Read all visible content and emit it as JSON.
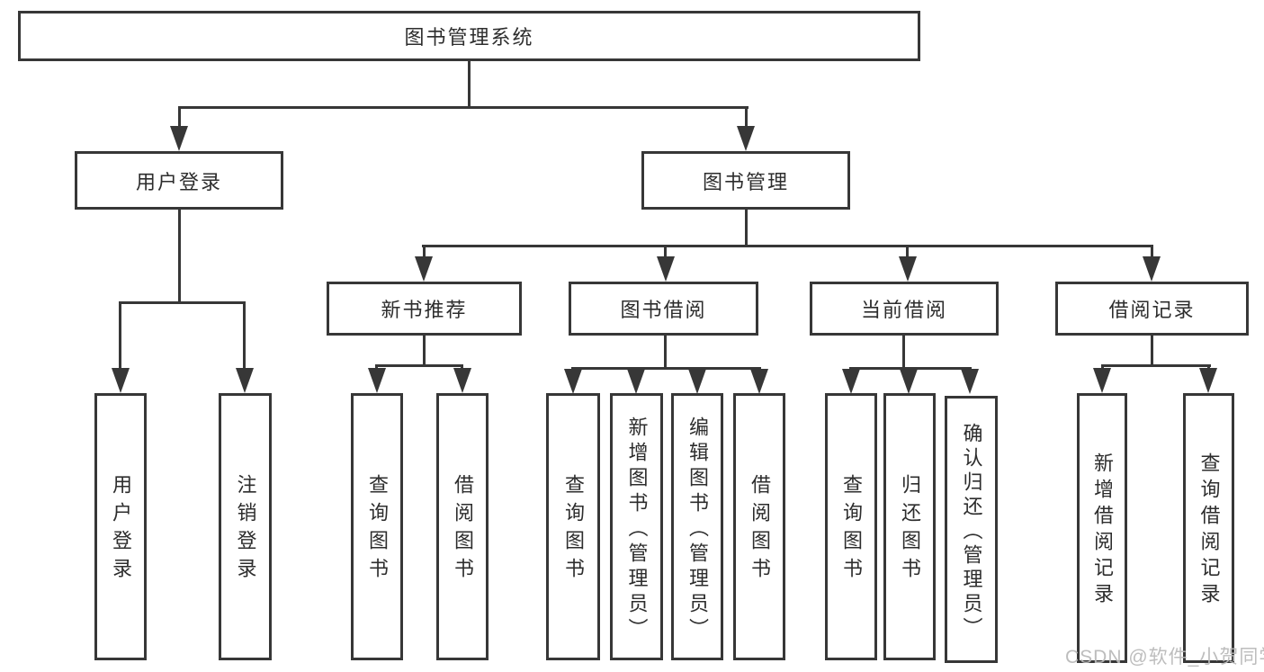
{
  "diagram": {
    "root": "图书管理系统",
    "level2": [
      "用户登录",
      "图书管理"
    ],
    "level3": [
      "新书推荐",
      "图书借阅",
      "当前借阅",
      "借阅记录"
    ],
    "leaves": {
      "user_login": [
        "用户登录",
        "注销登录"
      ],
      "new_book": [
        "查询图书",
        "借阅图书"
      ],
      "book_borrow": [
        "查询图书",
        "新增图书（管理员）",
        "编辑图书（管理员）",
        "借阅图书"
      ],
      "current_borrow": [
        "查询图书",
        "归还图书",
        "确认归还（管理员）"
      ],
      "borrow_record": [
        "新增借阅记录",
        "查询借阅记录"
      ]
    }
  },
  "watermark": {
    "text": "CSDN @软件_小贺同学",
    "color": "#b9b9b9"
  },
  "colors": {
    "line": "#373737",
    "text": "#2d2d2d",
    "background": "#ffffff"
  }
}
